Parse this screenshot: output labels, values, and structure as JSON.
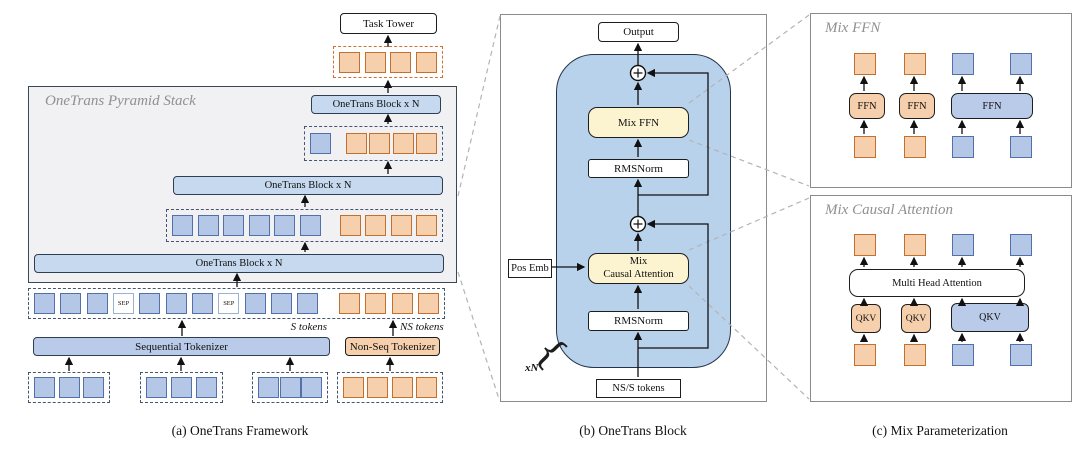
{
  "panels": {
    "a": {
      "caption": "(a) OneTrans Framework",
      "stack_title": "OneTrans Pyramid Stack",
      "task_tower": "Task Tower",
      "block_label": "OneTrans Block x N",
      "seq_tokenizer": "Sequential Tokenizer",
      "nonseq_tokenizer": "Non-Seq Tokenizer",
      "sep": "SEP",
      "s_tokens": "S tokens",
      "ns_tokens": "NS tokens"
    },
    "b": {
      "caption": "(b) OneTrans Block",
      "output": "Output",
      "mix_ffn": "Mix FFN",
      "rmsnorm": "RMSNorm",
      "mix_attn_line1": "Mix",
      "mix_attn_line2": "Causal Attention",
      "pos_emb": "Pos Emb",
      "input": "NS/S tokens",
      "repeat": "xN",
      "brace": "{"
    },
    "c": {
      "caption": "(c) Mix Parameterization",
      "ffn_panel_title": "Mix FFN",
      "attn_panel_title": "Mix Causal Attention",
      "ffn": "FFN",
      "qkv": "QKV",
      "mha": "Multi Head Attention"
    }
  },
  "squares": {
    "pooled_row": [
      "orange",
      "orange",
      "orange",
      "orange"
    ],
    "mid_row": [
      "blue",
      "gap",
      "orange",
      "orange",
      "orange",
      "orange"
    ],
    "low_row": [
      "blue",
      "blue",
      "blue",
      "blue",
      "blue",
      "blue",
      "gap",
      "orange",
      "orange",
      "orange",
      "orange"
    ],
    "token_row": [
      "blue",
      "blue",
      "blue",
      "sep",
      "blue",
      "blue",
      "blue",
      "sep",
      "blue",
      "blue",
      "blue",
      "gap",
      "orange",
      "orange",
      "orange",
      "orange"
    ],
    "seq_input_1": [
      "blue",
      "blue",
      "blue"
    ],
    "seq_input_2": [
      "blue",
      "blue",
      "blue"
    ],
    "seq_input_3": [
      "blue",
      "blue",
      "blue"
    ],
    "nonseq_input": [
      "orange",
      "orange",
      "orange",
      "orange"
    ]
  },
  "colors": {
    "blue_fill": "#b5c7e6",
    "blue_border": "#5271a8",
    "orange_fill": "#f6cfad",
    "orange_border": "#c3702f",
    "bar_fill": "#c6d9ef",
    "block_bg": "#b9d2ec",
    "yellow_fill": "#fcf3d0",
    "panel_bg": "#f1f1f3",
    "dashed_dark": "#44566e",
    "dashed_orange": "#cd7137",
    "connector": "#b3b3b3"
  }
}
